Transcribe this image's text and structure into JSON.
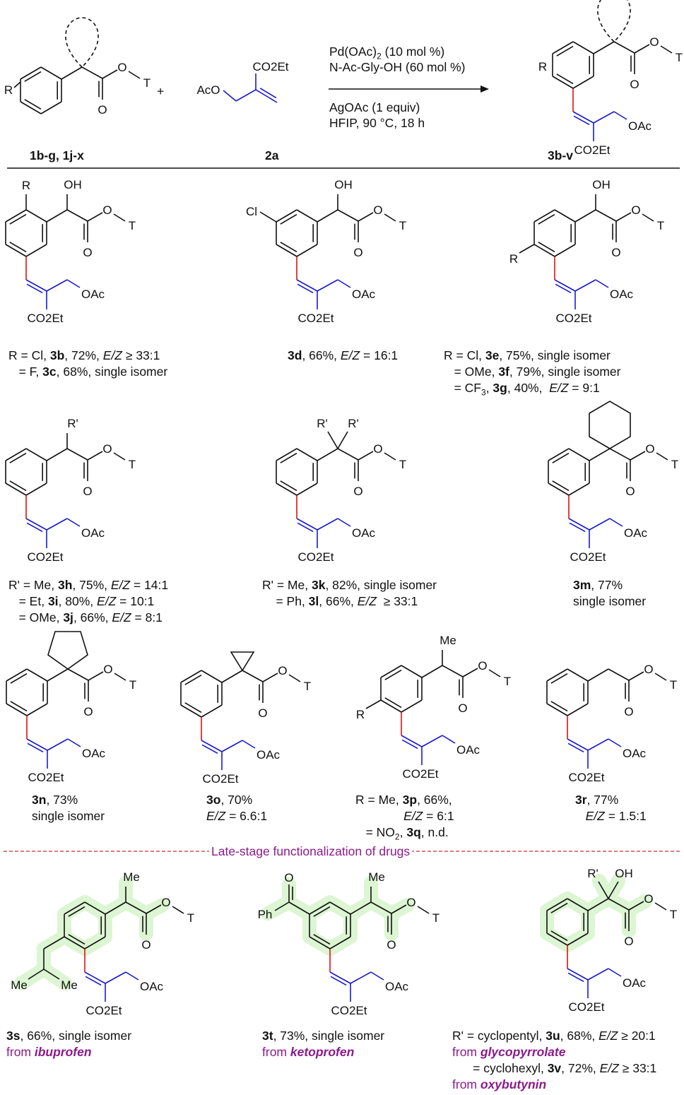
{
  "colors": {
    "bond": "#111111",
    "acrylate": "#1a1acc",
    "new_bond": "#e01010",
    "drug_text": "#8b1a8b",
    "highlight": "#dcf5d2",
    "divider": "#c0303a"
  },
  "scheme": {
    "sm1_label": "1b-g, 1j-x",
    "sm2_label": "2a",
    "product_label": "3b-v",
    "sm2_aco": "AcO",
    "sm2_co2et": "CO2Et",
    "reagents_above": [
      "Pd(OAc)2 (10 mol %)",
      "N-Ac-Gly-OH (60 mol %)"
    ],
    "reagents_below": [
      "AgOAc (1 equiv)",
      "HFIP, 90 °C, 18 h"
    ],
    "plus": "+",
    "R": "R"
  },
  "atom_labels": {
    "O": "O",
    "T": "T",
    "OAc": "OAc",
    "CO2Et": "CO2Et"
  },
  "compounds": [
    {
      "id": "3b",
      "subs": {
        "top": "R",
        "alpha": "OH"
      }
    },
    {
      "id": "3d",
      "subs": {
        "ul": "Cl",
        "alpha": "OH"
      }
    },
    {
      "id": "3e",
      "subs": {
        "ll": "R",
        "alpha": "OH"
      }
    },
    {
      "id": "3h",
      "subs": {
        "alpha": "R'"
      }
    },
    {
      "id": "3k",
      "subs": {
        "alpha2": [
          "R'",
          "R'"
        ]
      }
    },
    {
      "id": "3m",
      "subs": {
        "ring": 6
      }
    },
    {
      "id": "3n",
      "subs": {
        "ring": 5
      }
    },
    {
      "id": "3o",
      "subs": {
        "ring": 3
      }
    },
    {
      "id": "3p",
      "subs": {
        "ll": "R",
        "alpha": "Me"
      }
    },
    {
      "id": "3r",
      "subs": {}
    },
    {
      "id": "3s",
      "subs": {
        "isobutyl": [
          "Me",
          "Me"
        ],
        "alpha": "Me"
      }
    },
    {
      "id": "3t",
      "subs": {
        "benzoyl": [
          "O",
          "Ph"
        ],
        "alpha": "Me"
      }
    },
    {
      "id": "3u",
      "subs": {
        "alpha2": [
          "R'",
          "OH"
        ]
      }
    }
  ],
  "captions": [
    [
      [
        {
          "t": "R = Cl, "
        },
        {
          "t": "3b",
          "s": "b"
        },
        {
          "t": ", 72%, "
        },
        {
          "t": "E/Z",
          "s": "i"
        },
        {
          "t": " ≥ 33:1"
        }
      ],
      [
        {
          "t": "   = F, "
        },
        {
          "t": "3c",
          "s": "b"
        },
        {
          "t": ", 68%, single isomer"
        }
      ]
    ],
    [
      [
        {
          "t": "3d",
          "s": "b"
        },
        {
          "t": ", 66%, "
        },
        {
          "t": "E/Z",
          "s": "i"
        },
        {
          "t": " = 16:1"
        }
      ]
    ],
    [
      [
        {
          "t": "R = Cl, "
        },
        {
          "t": "3e",
          "s": "b"
        },
        {
          "t": ", 75%, single isomer"
        }
      ],
      [
        {
          "t": "   = OMe, "
        },
        {
          "t": "3f",
          "s": "b"
        },
        {
          "t": ", 79%, single isomer"
        }
      ],
      [
        {
          "t": "   = CF"
        },
        {
          "t": "3",
          "s": "sub"
        },
        {
          "t": ", "
        },
        {
          "t": "3g",
          "s": "b"
        },
        {
          "t": ", 40%,  "
        },
        {
          "t": "E/Z",
          "s": "i"
        },
        {
          "t": " = 9:1"
        }
      ]
    ],
    [
      [
        {
          "t": "R' = Me, "
        },
        {
          "t": "3h",
          "s": "b"
        },
        {
          "t": ", 75%, "
        },
        {
          "t": "E/Z",
          "s": "i"
        },
        {
          "t": " = 14:1"
        }
      ],
      [
        {
          "t": "   = Et, "
        },
        {
          "t": "3i",
          "s": "b"
        },
        {
          "t": ", 80%, "
        },
        {
          "t": "E/Z",
          "s": "i"
        },
        {
          "t": " = 10:1"
        }
      ],
      [
        {
          "t": "   = OMe, "
        },
        {
          "t": "3j",
          "s": "b"
        },
        {
          "t": ", 66%, "
        },
        {
          "t": "E/Z",
          "s": "i"
        },
        {
          "t": " = 8:1"
        }
      ]
    ],
    [
      [
        {
          "t": "R' = Me, "
        },
        {
          "t": "3k",
          "s": "b"
        },
        {
          "t": ", 82%, single isomer"
        }
      ],
      [
        {
          "t": "    = Ph, "
        },
        {
          "t": "3l",
          "s": "b"
        },
        {
          "t": ", 66%, "
        },
        {
          "t": "E/Z",
          "s": "i"
        },
        {
          "t": "  ≥ 33:1"
        }
      ]
    ],
    [
      [
        {
          "t": "3m",
          "s": "b"
        },
        {
          "t": ", 77%"
        }
      ],
      [
        {
          "t": "single isomer"
        }
      ]
    ],
    [
      [
        {
          "t": "3n",
          "s": "b"
        },
        {
          "t": ", 73%"
        }
      ],
      [
        {
          "t": "single isomer"
        }
      ]
    ],
    [
      [
        {
          "t": "3o",
          "s": "b"
        },
        {
          "t": ", 70%"
        }
      ],
      [
        {
          "t": "E/Z",
          "s": "i"
        },
        {
          "t": " = 6.6:1"
        }
      ]
    ],
    [
      [
        {
          "t": "R = Me, "
        },
        {
          "t": "3p",
          "s": "b"
        },
        {
          "t": ", 66%,"
        }
      ],
      [
        {
          "t": "              "
        },
        {
          "t": "E/Z",
          "s": "i"
        },
        {
          "t": " = 6:1"
        }
      ],
      [
        {
          "t": "   = NO"
        },
        {
          "t": "2",
          "s": "sub"
        },
        {
          "t": ", "
        },
        {
          "t": "3q",
          "s": "b"
        },
        {
          "t": ", n.d."
        }
      ]
    ],
    [
      [
        {
          "t": "3r",
          "s": "b"
        },
        {
          "t": ", 77%"
        }
      ],
      [
        {
          "t": "   "
        },
        {
          "t": "E/Z",
          "s": "i"
        },
        {
          "t": " = 1.5:1"
        }
      ]
    ],
    [
      [
        {
          "t": "3s",
          "s": "b"
        },
        {
          "t": ", 66%, single isomer"
        }
      ],
      [
        {
          "t": "from ",
          "s": "drug"
        },
        {
          "t": "ibuprofen",
          "s": "bi"
        }
      ]
    ],
    [
      [
        {
          "t": "3t",
          "s": "b"
        },
        {
          "t": ", 73%, single isomer"
        }
      ],
      [
        {
          "t": "from ",
          "s": "drug"
        },
        {
          "t": "ketoprofen",
          "s": "bi"
        }
      ]
    ],
    [
      [
        {
          "t": "R' = cyclopentyl, "
        },
        {
          "t": "3u",
          "s": "b"
        },
        {
          "t": ", 68%, "
        },
        {
          "t": "E/Z",
          "s": "i"
        },
        {
          "t": " ≥ 20:1"
        }
      ],
      [
        {
          "t": "from ",
          "s": "drug"
        },
        {
          "t": "glycopyrrolate",
          "s": "bi"
        }
      ],
      [
        {
          "t": "      = cyclohexyl, "
        },
        {
          "t": "3v",
          "s": "b"
        },
        {
          "t": ", 72%, "
        },
        {
          "t": "E/Z",
          "s": "i"
        },
        {
          "t": " ≥ 33:1"
        }
      ],
      [
        {
          "t": "from ",
          "s": "drug"
        },
        {
          "t": "oxybutynin",
          "s": "bi"
        }
      ]
    ]
  ],
  "section_title": "Late-stage functionalization of drugs"
}
